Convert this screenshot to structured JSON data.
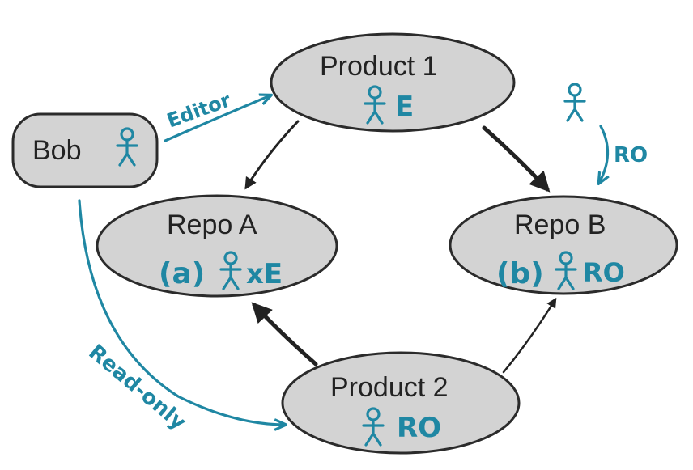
{
  "colors": {
    "node_fill": "#d3d3d3",
    "outline": "#2b2b2b",
    "accent_blue": "#1f87a3",
    "arrow_dark": "#222222"
  },
  "nodes": {
    "bob": {
      "title": "Bob"
    },
    "product1": {
      "title": "Product 1",
      "perm": "E"
    },
    "product2": {
      "title": "Product 2",
      "perm": "RO"
    },
    "repo_a": {
      "title": "Repo A",
      "tag": "(a)",
      "perm": "xE"
    },
    "repo_b": {
      "title": "Repo B",
      "tag": "(b)",
      "perm": "RO"
    }
  },
  "edges": {
    "bob_to_product1": "Editor",
    "bob_to_product2": "Read-only",
    "user_to_repo_b": "RO"
  },
  "icons": [
    "person-icon"
  ]
}
